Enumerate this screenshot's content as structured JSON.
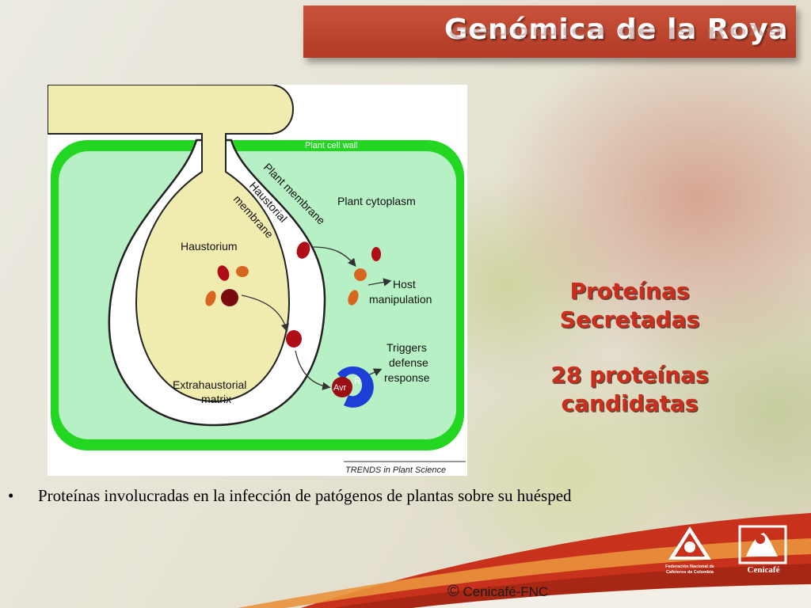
{
  "slide": {
    "title": "Genómica de la Roya",
    "side_heading_line1": "Proteínas",
    "side_heading_line2": "Secretadas",
    "side_count_line1": "28 proteínas",
    "side_count_line2": "candidatas",
    "bullet_marker": "•",
    "bullet_text": "Proteínas involucradas en la infección de patógenos de plantas sobre su huésped",
    "copyright_symbol": "©",
    "copyright_text": "Cenicafé-FNC"
  },
  "figure": {
    "plant_cell_wall": "Plant cell wall",
    "plant_membrane": "Plant membrane",
    "haustorial_membrane_line1": "Haustorial",
    "haustorial_membrane_line2": "membrane",
    "plant_cytoplasm": "Plant cytoplasm",
    "haustorium": "Haustorium",
    "host_manipulation_line1": "Host",
    "host_manipulation_line2": "manipulation",
    "triggers_line1": "Triggers",
    "triggers_line2": "defense",
    "triggers_line3": "response",
    "extrahaustorial_line1": "Extrahaustorial",
    "extrahaustorial_line2": "matrix",
    "avr_label": "Avr",
    "r_label": "R",
    "source_credit": "TRENDS in Plant Science"
  },
  "logos": {
    "fnc_line1": "Federación Nacional de",
    "fnc_line2": "Cafeteros de Colombia",
    "cenicafe": "Cenicafé"
  },
  "colors": {
    "title_bar": "#b83e29",
    "side_text": "#cc2e1e",
    "cell_wall_green": "#22d622",
    "cytoplasm": "#b6f0c4",
    "haustorium": "#f0ecb0",
    "effector_dark": "#b00e16",
    "effector_orange": "#d8661e",
    "r_protein": "#1e3fd6",
    "footer_red": "#c8311c",
    "footer_orange": "#e9943c"
  }
}
